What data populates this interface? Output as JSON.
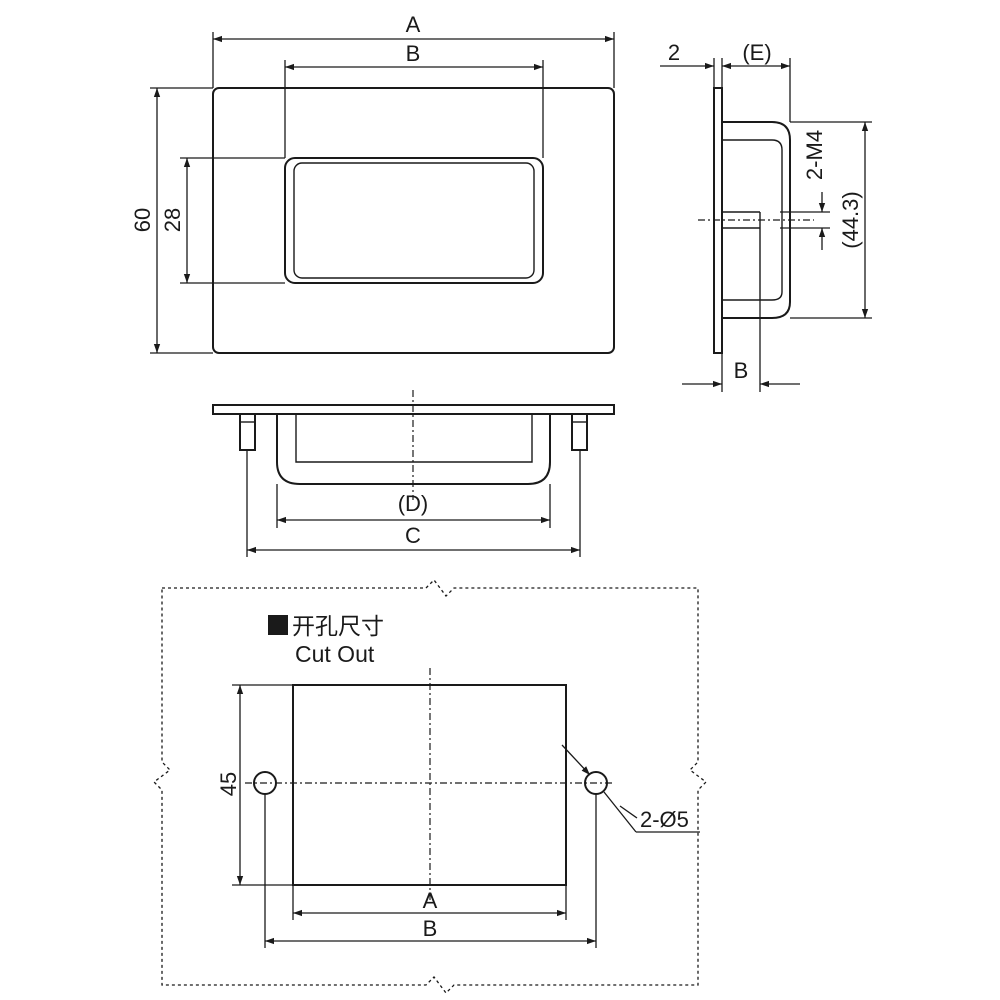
{
  "front_view": {
    "dim_overall_width": "A",
    "dim_handle_width": "B",
    "dim_height": "60",
    "dim_handle_height": "28"
  },
  "side_view": {
    "dim_flange_thickness": "2",
    "dim_depth": "(E)",
    "dim_thread": "2-M4",
    "dim_stud_span": "(44.3)",
    "dim_base": "B"
  },
  "bottom_view": {
    "dim_cup_width": "(D)",
    "dim_stud_distance": "C"
  },
  "cutout": {
    "title_cn": "开孔尺寸",
    "title_en": "Cut Out",
    "dim_height": "45",
    "dim_width": "A",
    "dim_hole_pitch": "B",
    "dim_holes": "2-Ø5"
  }
}
